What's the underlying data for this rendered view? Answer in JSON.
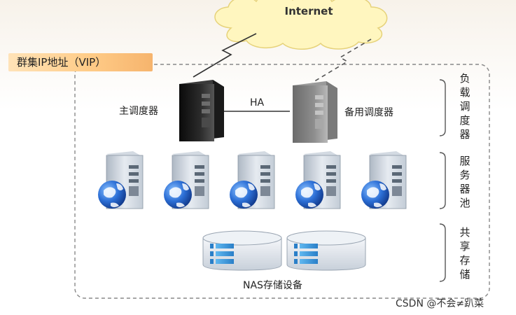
{
  "cloud": {
    "label": "Internet"
  },
  "cluster": {
    "vip_label": "群集IP地址（VIP）"
  },
  "schedulers": {
    "primary_label": "主调度器",
    "backup_label": "备用调度器",
    "ha_label": "HA"
  },
  "groups": {
    "scheduler_group": "负载调度器",
    "server_pool": "服务器池",
    "shared_storage": "共享存储"
  },
  "storage": {
    "label": "NAS存储设备"
  },
  "watermark": "CSDN @不会≠趴菜",
  "colors": {
    "cloud_fill": "#fff6bf",
    "vip_band": "#ffcc88",
    "dashed_border": "#888888",
    "globe_blue": "#1f5fc4"
  },
  "icons": {
    "server_count": 5,
    "nas_count": 2
  }
}
